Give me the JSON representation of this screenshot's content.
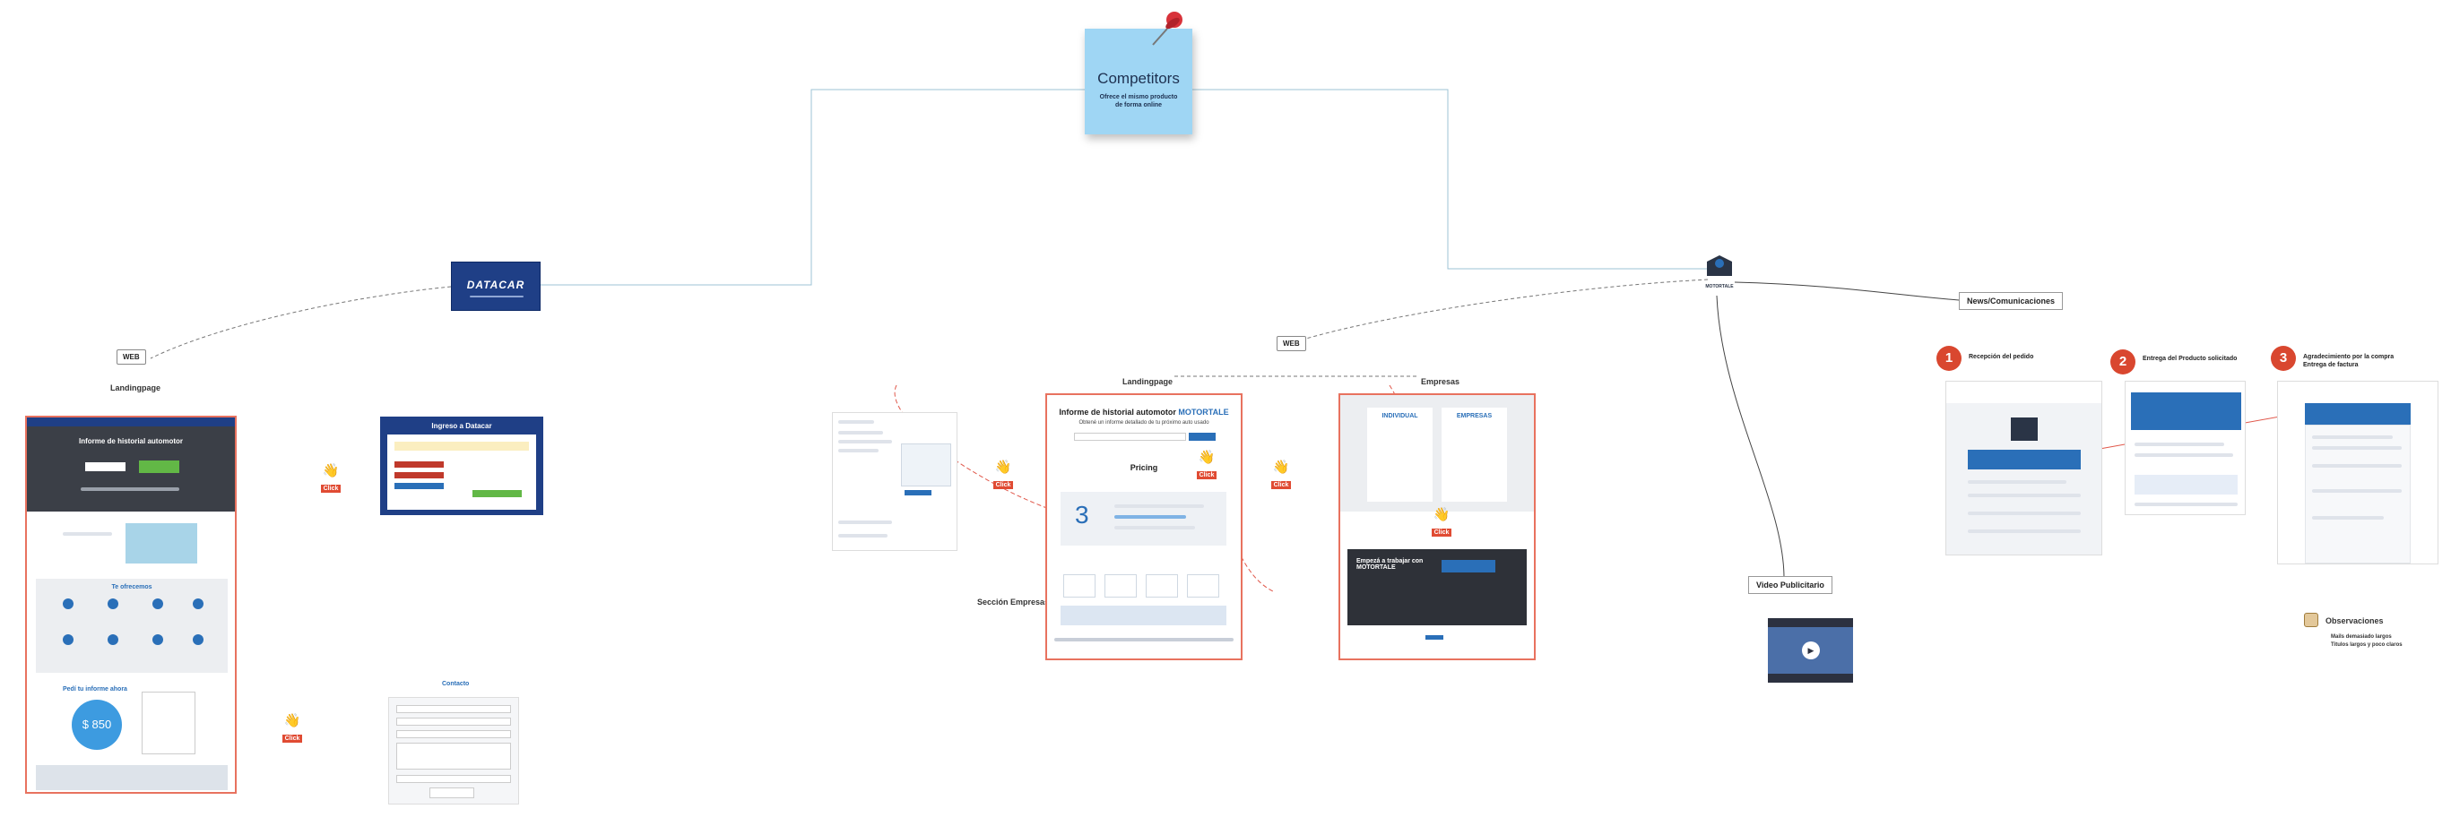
{
  "sticky_note": {
    "title": "Competitors",
    "subtitle": "Ofrece el mismo producto de forma online"
  },
  "tags": {
    "web_left": "WEB",
    "web_mid": "WEB"
  },
  "labels": {
    "landingpage_left": "Landingpage",
    "landingpage_mid": "Landingpage",
    "empresas": "Empresas",
    "seccion_empresas": "Sección Empresas",
    "news": "News/Comunicaciones",
    "video": "Video Publicitario",
    "observaciones": "Observaciones",
    "obs_line1": "Mails demasiado largos",
    "obs_line2": "Titulos largos y poco claros"
  },
  "click_label": "Click",
  "logos": {
    "motortale": "MOTORTALE",
    "datacar": "DATACAR"
  },
  "datacar_landing": {
    "hero_title": "Informe de historial automotor",
    "section_title": "Te ofrecemos",
    "price_title": "Pedí tu informe ahora",
    "price": "$ 850"
  },
  "datacar_login": {
    "title": "Ingreso a Datacar"
  },
  "datacar_contact": {
    "title": "Contacto"
  },
  "motortale_landing": {
    "title": "Informe de historial automotor",
    "brand": "MOTORTALE",
    "subtitle": "Obtené un informe detallado de tu próximo auto usado",
    "pricing": "Pricing",
    "big_number": "3"
  },
  "empresas_page": {
    "individual": "INDIVIDUAL",
    "empresas": "EMPRESAS",
    "dark_title": "Empezá a trabajar con MOTORTALE"
  },
  "steps": [
    {
      "number": "1",
      "title": "Recepción del pedido"
    },
    {
      "number": "2",
      "title": "Entrega del Producto solicitado"
    },
    {
      "number": "3",
      "title": "Agradecimiento por la compra Entrega de factura"
    }
  ],
  "colors": {
    "accent_red": "#e8725f",
    "sticky_blue": "#9fd6f4",
    "brand_blue": "#2a6fb8",
    "click_red": "#e04b33"
  }
}
